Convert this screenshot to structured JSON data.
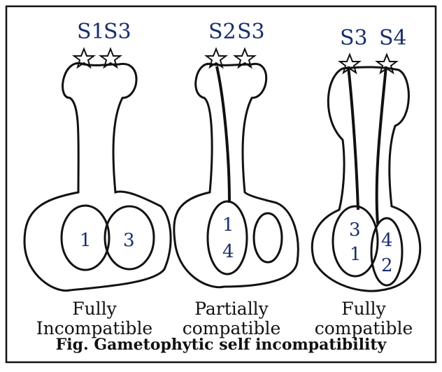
{
  "panels": [
    {
      "alleles": [
        "S1",
        "S3"
      ],
      "nuclei": [
        "1",
        "3"
      ],
      "caption": [
        "Fully",
        "Incompatible"
      ]
    },
    {
      "alleles": [
        "S2",
        "S3"
      ],
      "nuclei": [
        "1",
        "4"
      ],
      "caption": [
        "Partially",
        "compatible"
      ]
    },
    {
      "alleles": [
        "S3",
        "S4"
      ],
      "nuclei": [
        "3",
        "1",
        "4",
        "2"
      ],
      "caption": [
        "Fully",
        "compatible"
      ]
    }
  ],
  "figure_title": "Fig. Gametophytic self incompatibility",
  "colors": {
    "line": "#111111",
    "label": "#1a2f6b"
  }
}
